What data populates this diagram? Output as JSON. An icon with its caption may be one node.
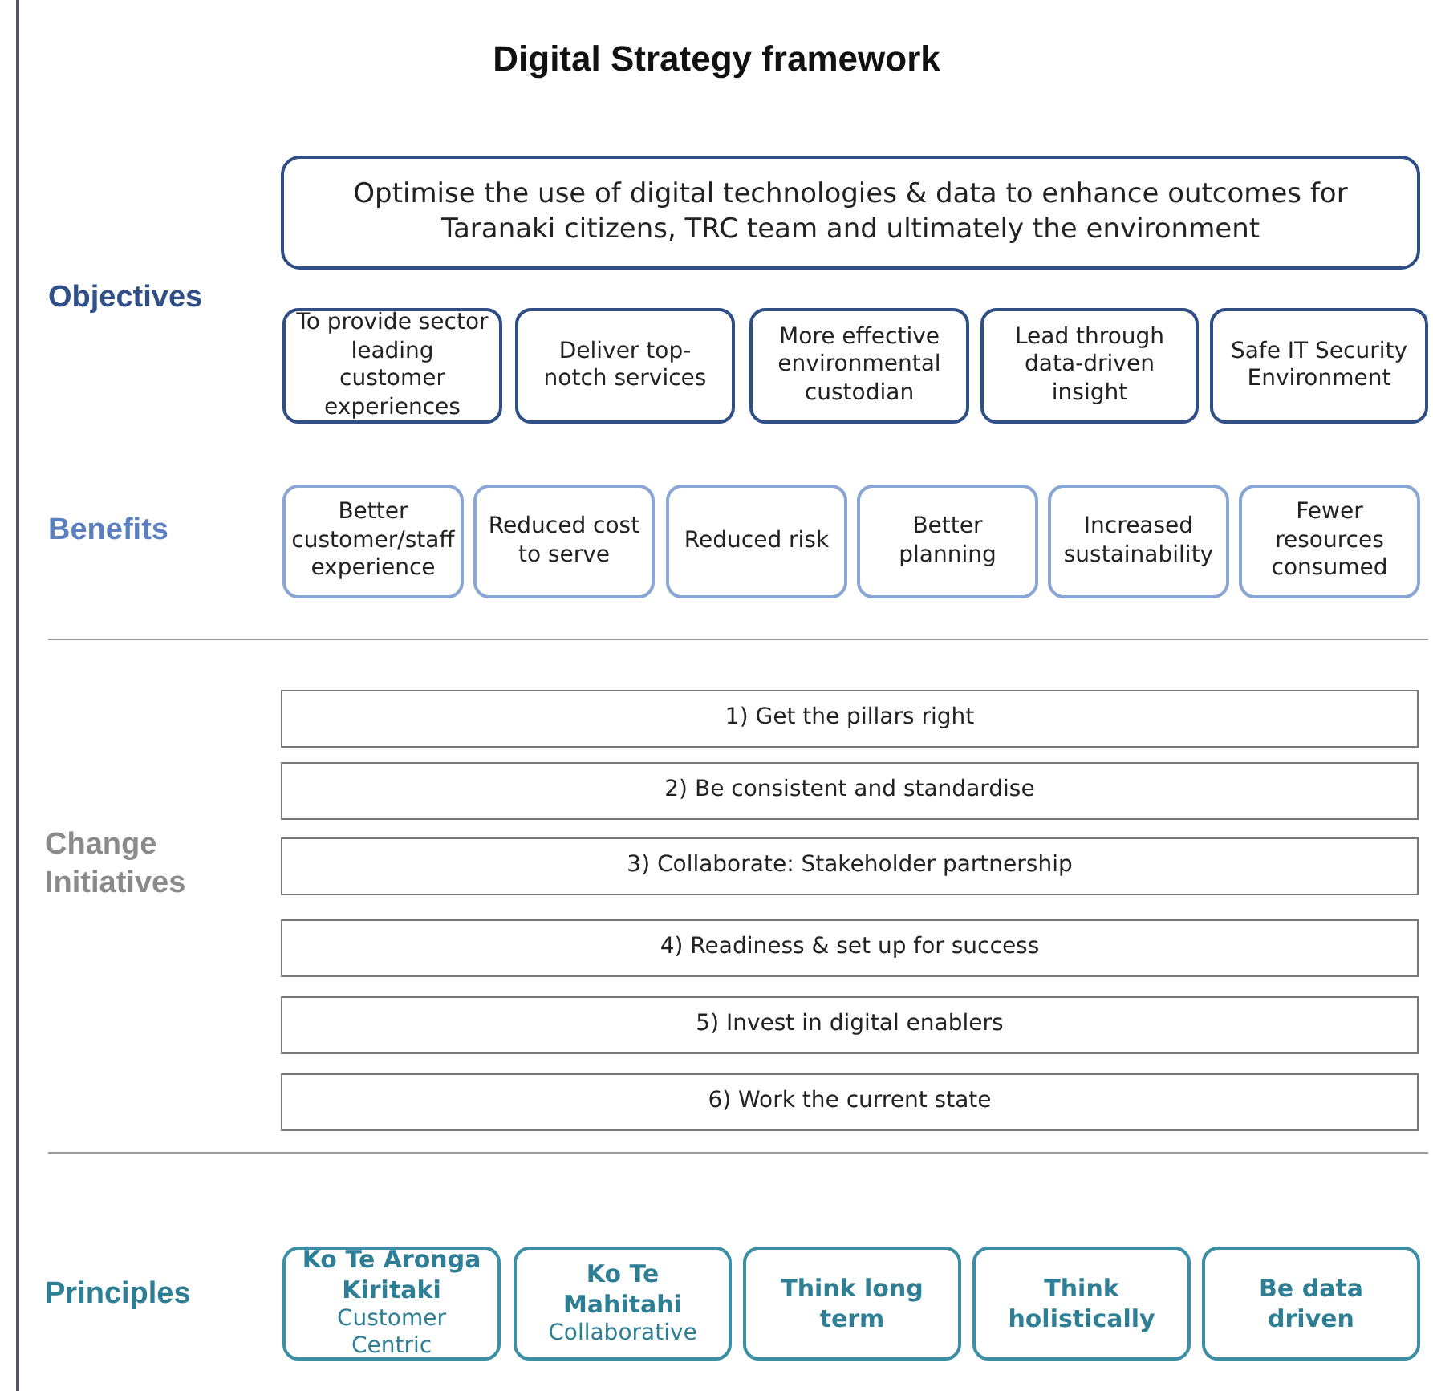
{
  "diagram": {
    "title": "Digital Strategy framework",
    "nodes": [
      {
        "text": [
          "Optimise the use of digital technologies & data to enhance outcomes for Taranaki citizens, TRC team and ultimately the environment"
        ]
      },
      {
        "text": [
          "To provide sector leading customer experiences"
        ]
      },
      {
        "text": [
          "Deliver top-notch services"
        ]
      },
      {
        "text": [
          "More effective environmental custodian"
        ]
      },
      {
        "text": [
          "Lead through data-driven insight"
        ]
      },
      {
        "text": [
          "Safe IT Security Environment"
        ]
      },
      {
        "text": [
          "Better customer/staff experience"
        ]
      },
      {
        "text": [
          "Reduced cost to serve"
        ]
      },
      {
        "text": [
          "Reduced risk"
        ]
      },
      {
        "text": [
          "Better planning"
        ]
      },
      {
        "text": [
          "Increased sustainability"
        ]
      },
      {
        "text": [
          "Fewer resources consumed"
        ]
      },
      {
        "text": [
          "1) Get the pillars right"
        ]
      },
      {
        "text": [
          "2) Be consistent and standardise"
        ]
      },
      {
        "text": [
          "3) Collaborate: Stakeholder partnership"
        ]
      },
      {
        "text": [
          "4) Readiness & set up for success"
        ]
      },
      {
        "text": [
          "5) Invest in digital enablers"
        ]
      },
      {
        "text": [
          "6) Work the current state"
        ]
      },
      {
        "text": [
          "Ko Te Aronga Kiritaki",
          "Customer Centric"
        ]
      },
      {
        "text": [
          "Ko Te Mahitahi",
          "Collaborative"
        ]
      },
      {
        "text": [
          "Think long term"
        ]
      },
      {
        "text": [
          "Think holistically"
        ]
      },
      {
        "text": [
          "Be data driven"
        ]
      }
    ],
    "labels": [
      "Objectives",
      "Benefits",
      "Change Initiatives",
      "Principles"
    ]
  }
}
